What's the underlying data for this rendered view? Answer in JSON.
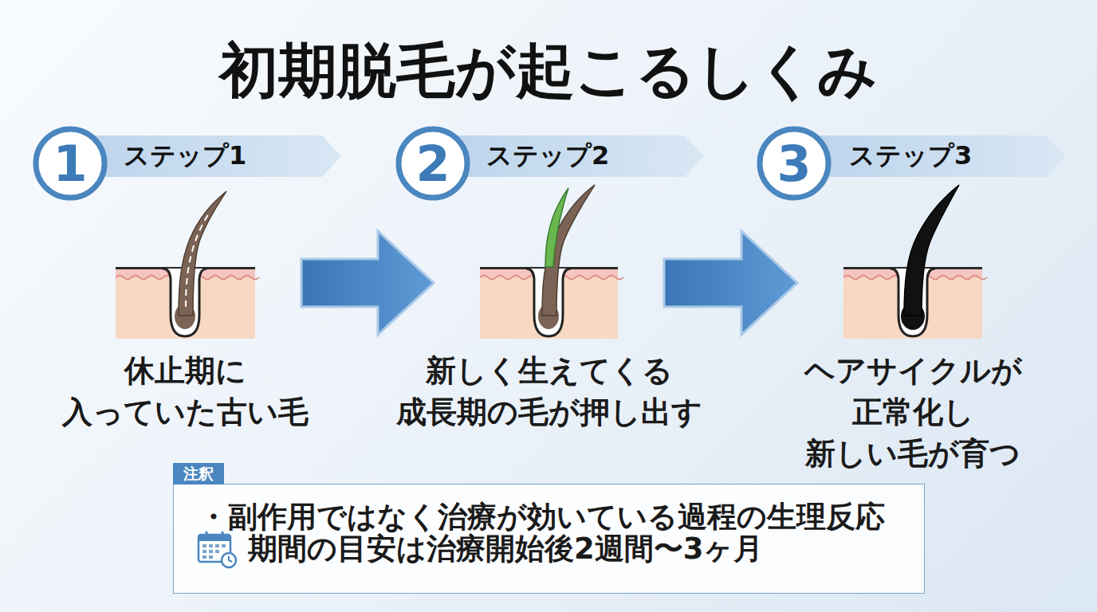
{
  "diagram": {
    "title": "初期脱毛が起こるしくみ",
    "nodes": [
      {
        "text": [
          "1"
        ]
      },
      {
        "text": [
          "ステップ1"
        ]
      },
      {
        "text": [
          "休止期に 入っていた古い毛"
        ]
      },
      {
        "text": [
          "2"
        ]
      },
      {
        "text": [
          "ステップ2"
        ]
      },
      {
        "text": [
          "新しく生えてくる 成長期の毛が押し出す"
        ]
      },
      {
        "text": [
          "3"
        ]
      },
      {
        "text": [
          "ステップ3"
        ]
      },
      {
        "text": [
          "ヘアサイクルが 正常化し 新しい毛が育つ"
        ]
      },
      {
        "text": [
          "注釈",
          "・副作用ではなく治療が効いている過程の生理反応",
          "期間の目安は治療開始後2週間〜3ヶ月"
        ]
      }
    ],
    "edges": [
      {
        "from": 2,
        "to": 5,
        "arrow": "to"
      },
      {
        "from": 5,
        "to": 8,
        "arrow": "to"
      }
    ]
  }
}
